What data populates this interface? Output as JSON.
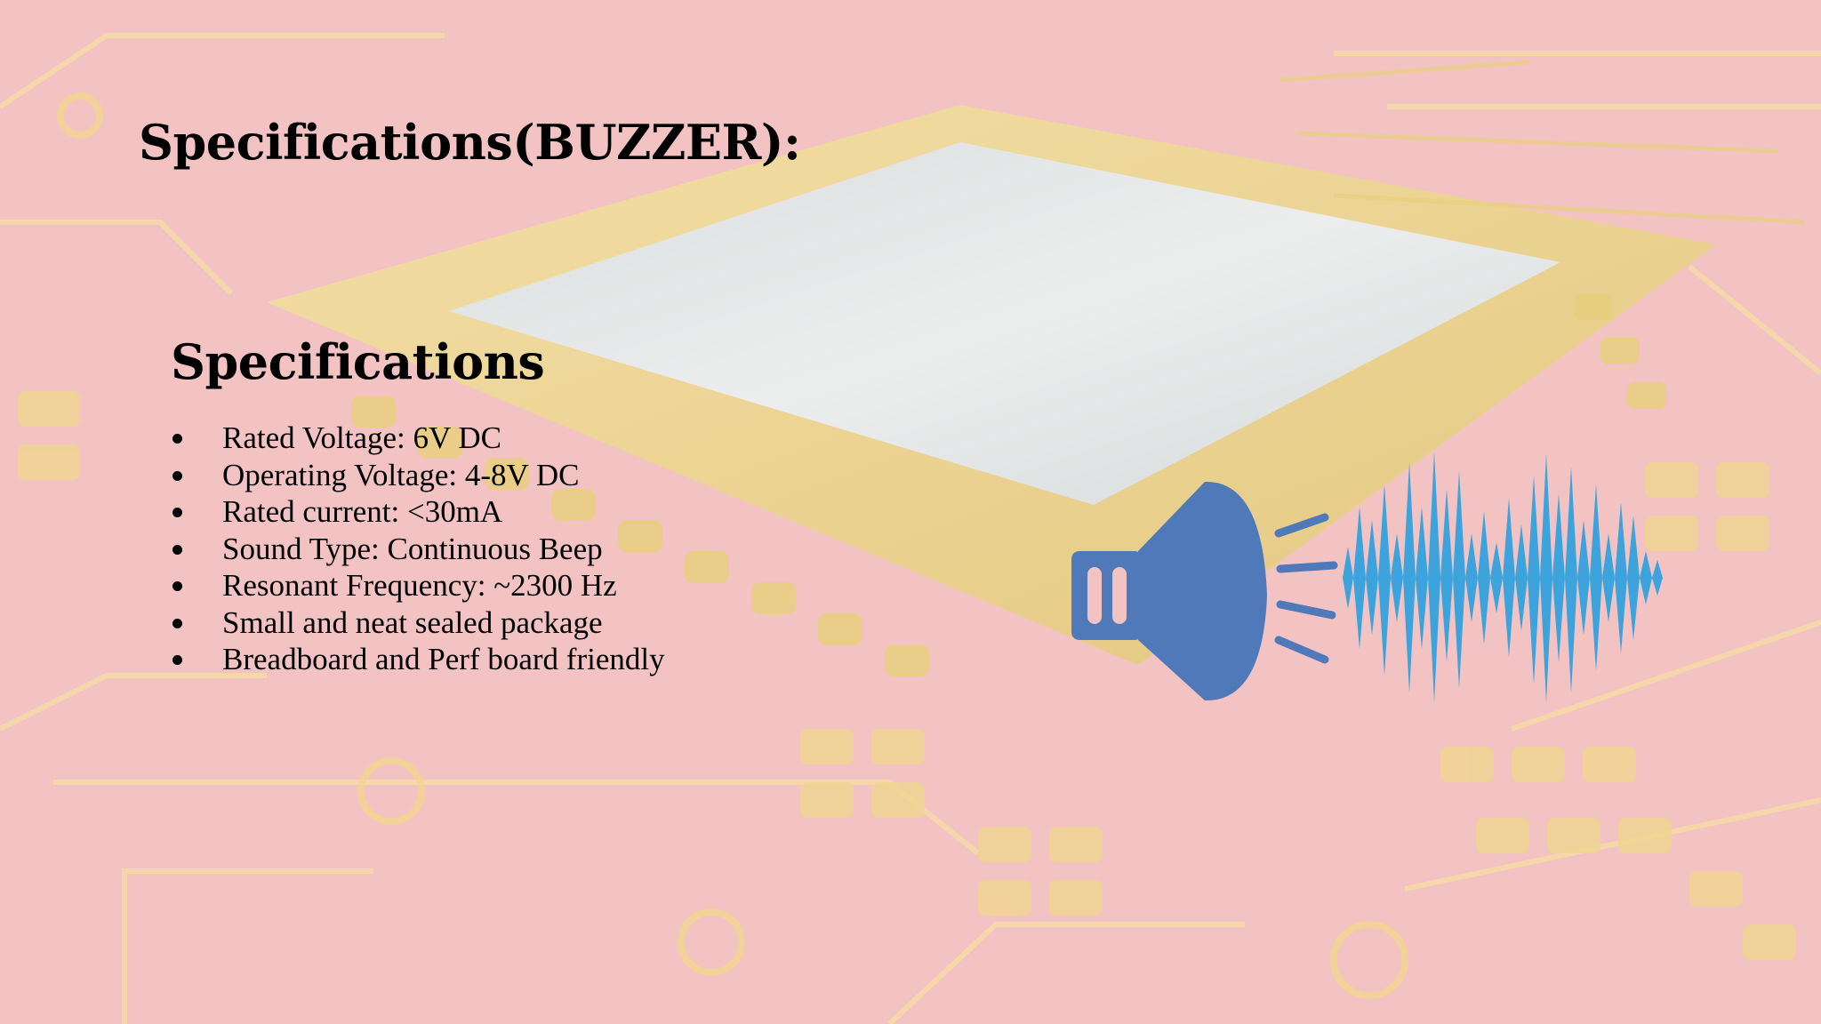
{
  "slide": {
    "title": "Specifications(BUZZER):",
    "subtitle": "Specifications",
    "specs": [
      "Rated Voltage: 6V DC",
      "Operating Voltage: 4-8V DC",
      "Rated current: <30mA",
      "Sound Type: Continuous Beep",
      "Resonant Frequency: ~2300 Hz",
      "Small and neat sealed package",
      "Breadboard and Perf board friendly"
    ]
  },
  "colors": {
    "background": "#f3c3c3",
    "speaker": "#4f79b8",
    "soundwave": "#3da3dc",
    "chip_frame": "#e9d68a",
    "chip_die": "#e2e4e4"
  },
  "icons": [
    "speaker-icon",
    "sound-wave-icon"
  ]
}
